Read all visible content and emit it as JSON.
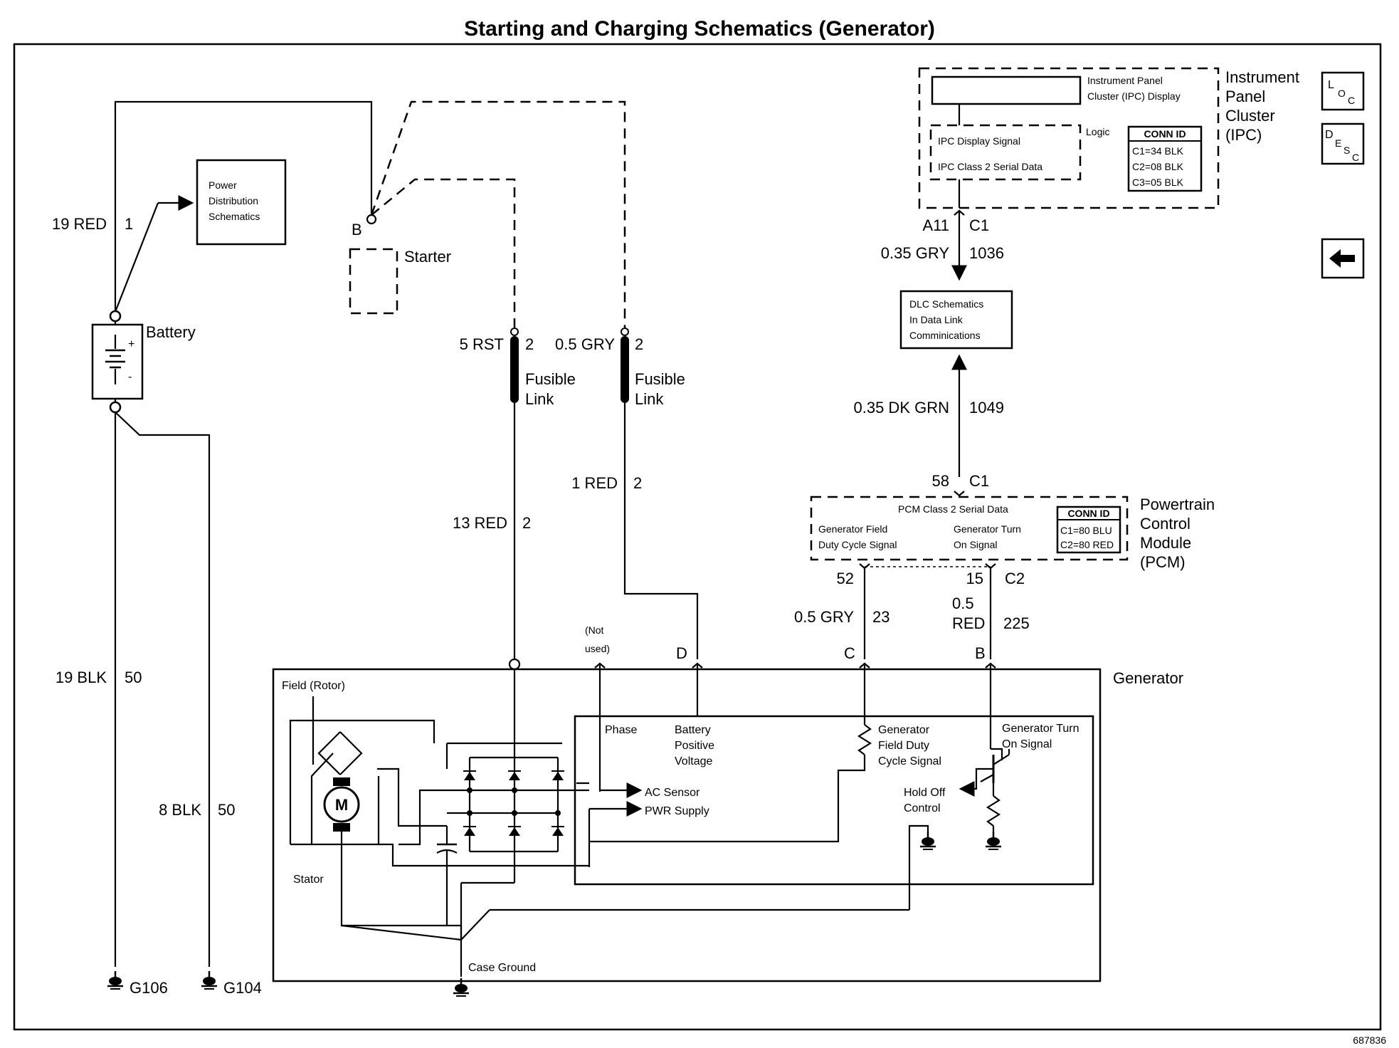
{
  "title": "Starting and Charging Schematics (Generator)",
  "figure_number": "687836",
  "nav": {
    "loc": {
      "big": "L",
      "small": "O",
      "small2": "C"
    },
    "desc": {
      "big": "D",
      "small": "E",
      "small2": "S",
      "small3": "C"
    }
  },
  "icons": [
    "back-arrow-icon",
    "ground-icon",
    "battery-icon",
    "motor-icon",
    "diode-icon",
    "resistor-icon",
    "transistor-icon",
    "capacitor-icon",
    "fusible-link-icon"
  ],
  "ipc": {
    "title_lines": [
      "Instrument",
      "Panel",
      "Cluster",
      "(IPC)"
    ],
    "display_lines": [
      "Instrument Panel",
      "Cluster (IPC) Display"
    ],
    "logic": "Logic",
    "signals": [
      "IPC Display Signal",
      "IPC Class 2 Serial Data"
    ],
    "conn_header": "CONN ID",
    "conn": [
      "C1=34 BLK",
      "C2=08 BLK",
      "C3=05 BLK"
    ],
    "pin": "A11",
    "connector": "C1"
  },
  "wire_ipc": {
    "gauge": "0.35 GRY",
    "circuit": "1036"
  },
  "dlc": {
    "lines": [
      "DLC Schematics",
      "In Data Link",
      "Comminications"
    ]
  },
  "wire_pcm_dlc": {
    "gauge": "0.35 DK GRN",
    "circuit": "1049"
  },
  "pcm": {
    "title_lines": [
      "Powertrain",
      "Control",
      "Module",
      "(PCM)"
    ],
    "serial": "PCM Class 2 Serial Data",
    "field_lines": [
      "Generator Field",
      "Duty Cycle Signal"
    ],
    "turn_lines": [
      "Generator Turn",
      "On Signal"
    ],
    "conn_header": "CONN ID",
    "conn": [
      "C1=80 BLU",
      "C2=80 RED"
    ],
    "pin_top": "58",
    "conn_top": "C1",
    "pin_left": "52",
    "pin_right": "15",
    "conn_right": "C2"
  },
  "wire_c": {
    "gauge": "0.5 GRY",
    "circuit": "23"
  },
  "wire_b": {
    "gauge_lines": [
      "0.5",
      "RED"
    ],
    "circuit": "225"
  },
  "battery": {
    "label": "Battery",
    "plus": "+",
    "minus": "-",
    "pos_wire": "19 RED",
    "pos_circuit": "1",
    "neg_wire": "19 BLK",
    "neg_circuit": "50",
    "neg2_wire": "8 BLK",
    "neg2_circuit": "50"
  },
  "power_dist": {
    "lines": [
      "Power",
      "Distribution",
      "Schematics"
    ]
  },
  "starter": {
    "label": "Starter",
    "terminal": "B"
  },
  "fusible1": {
    "wire": "5 RST",
    "circuit": "2",
    "label_lines": [
      "Fusible",
      "Link"
    ]
  },
  "fusible2": {
    "wire": "0.5 GRY",
    "circuit": "2",
    "label_lines": [
      "Fusible",
      "Link"
    ]
  },
  "wire_13red": {
    "gauge": "13 RED",
    "circuit": "2"
  },
  "wire_1red": {
    "gauge": "1 RED",
    "circuit": "2"
  },
  "grounds": {
    "g106": "G106",
    "g104": "G104"
  },
  "generator": {
    "label": "Generator",
    "field_rotor": "Field (Rotor)",
    "stator": "Stator",
    "motor": "M",
    "case_ground": "Case Ground",
    "not_used_lines": [
      "(Not",
      "used)"
    ],
    "term_d": "D",
    "term_c": "C",
    "term_b": "B",
    "phase": "Phase",
    "bpv_lines": [
      "Battery",
      "Positive",
      "Voltage"
    ],
    "gfd_lines": [
      "Generator",
      "Field Duty",
      "Cycle Signal"
    ],
    "gto_lines": [
      "Generator Turn",
      "On Signal"
    ],
    "ac_sensor": "AC Sensor",
    "pwr_supply": "PWR Supply",
    "hold_off_lines": [
      "Hold Off",
      "Control"
    ]
  }
}
